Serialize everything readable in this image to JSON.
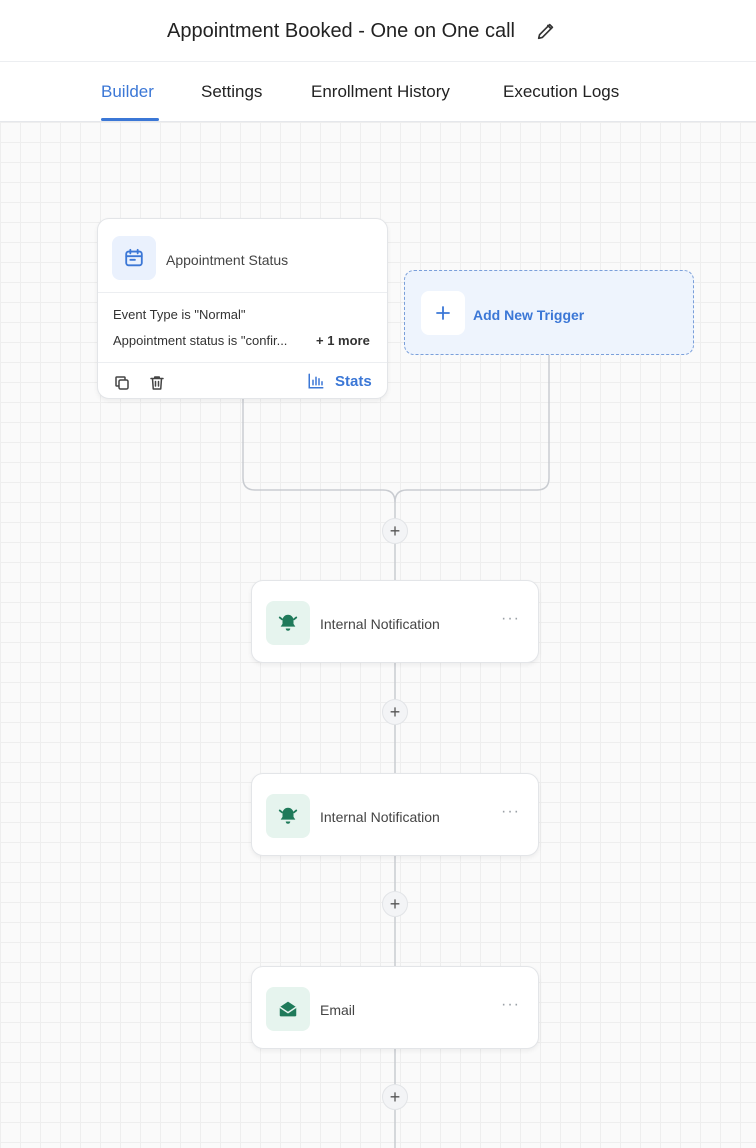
{
  "header": {
    "title": "Appointment Booked - One on One call",
    "edit_icon": "pencil-icon"
  },
  "tabs": [
    {
      "label": "Builder",
      "active": true
    },
    {
      "label": "Settings",
      "active": false
    },
    {
      "label": "Enrollment History",
      "active": false
    },
    {
      "label": "Execution Logs",
      "active": false
    }
  ],
  "trigger": {
    "icon": "calendar-icon",
    "title": "Appointment Status",
    "conditions": [
      "Event Type is \"Normal\"",
      "Appointment status is \"confir..."
    ],
    "more_label": "+ 1 more",
    "actions": {
      "copy_icon": "copy-icon",
      "delete_icon": "trash-icon"
    },
    "stats_label": "Stats"
  },
  "add_trigger": {
    "label": "Add New Trigger",
    "icon": "plus-icon"
  },
  "add_step_label": "+",
  "steps": [
    {
      "title": "Internal Notification",
      "icon": "bell-icon"
    },
    {
      "title": "Internal Notification",
      "icon": "bell-icon"
    },
    {
      "title": "Email",
      "icon": "mail-icon"
    }
  ],
  "menu_label": "···",
  "colors": {
    "accent": "#3b77d6",
    "action_green": "#1f7a5a",
    "trigger_blue_bg": "#eaf1fd",
    "add_trigger_bg": "#eef4fd"
  }
}
